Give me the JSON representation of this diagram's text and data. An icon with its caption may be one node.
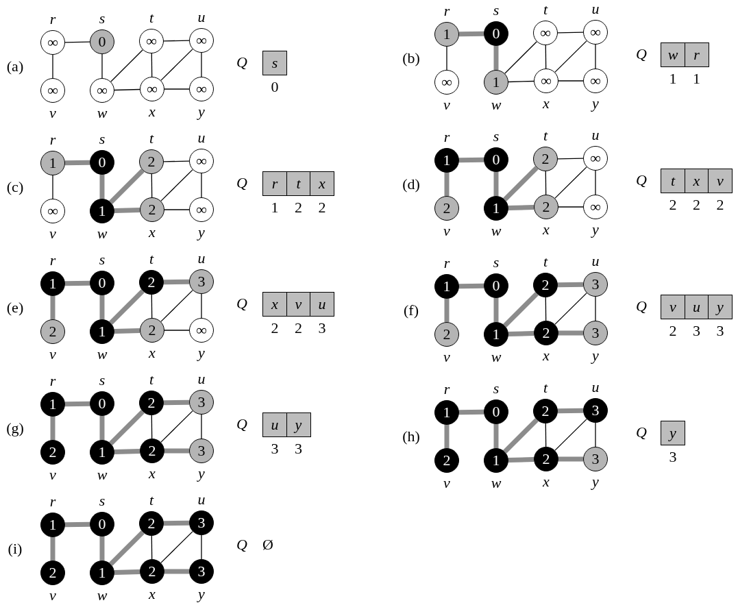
{
  "diagram": {
    "nodes": [
      {
        "text": [
          "∞"
        ],
        "beside": [
          "r"
        ]
      },
      {
        "text": [
          "0"
        ],
        "beside": [
          "s"
        ]
      },
      {
        "text": [
          "∞"
        ],
        "beside": [
          "t"
        ]
      },
      {
        "text": [
          "∞"
        ],
        "beside": [
          "u"
        ]
      },
      {
        "text": [
          "∞"
        ],
        "beside": [
          "v"
        ]
      },
      {
        "text": [
          "∞"
        ],
        "beside": [
          "w"
        ]
      },
      {
        "text": [
          "∞"
        ],
        "beside": [
          "x"
        ]
      },
      {
        "text": [
          "∞"
        ],
        "beside": [
          "y"
        ]
      },
      {
        "text": [
          "s"
        ],
        "beside": [
          "0"
        ]
      },
      {
        "text": [
          "1"
        ],
        "beside": [
          "r"
        ]
      },
      {
        "text": [
          "0"
        ],
        "beside": [
          "s"
        ]
      },
      {
        "text": [
          "∞"
        ],
        "beside": [
          "t"
        ]
      },
      {
        "text": [
          "∞"
        ],
        "beside": [
          "u"
        ]
      },
      {
        "text": [
          "∞"
        ],
        "beside": [
          "v"
        ]
      },
      {
        "text": [
          "1"
        ],
        "beside": [
          "w"
        ]
      },
      {
        "text": [
          "∞"
        ],
        "beside": [
          "x"
        ]
      },
      {
        "text": [
          "∞"
        ],
        "beside": [
          "y"
        ]
      },
      {
        "text": [
          "w"
        ],
        "beside": [
          "1"
        ]
      },
      {
        "text": [
          "r"
        ],
        "beside": [
          "1"
        ]
      },
      {
        "text": [
          "1"
        ],
        "beside": [
          "r"
        ]
      },
      {
        "text": [
          "0"
        ],
        "beside": [
          "s"
        ]
      },
      {
        "text": [
          "2"
        ],
        "beside": [
          "t"
        ]
      },
      {
        "text": [
          "∞"
        ],
        "beside": [
          "u"
        ]
      },
      {
        "text": [
          "∞"
        ],
        "beside": [
          "v"
        ]
      },
      {
        "text": [
          "1"
        ],
        "beside": [
          "w"
        ]
      },
      {
        "text": [
          "2"
        ],
        "beside": [
          "x"
        ]
      },
      {
        "text": [
          "∞"
        ],
        "beside": [
          "y"
        ]
      },
      {
        "text": [
          "r"
        ],
        "beside": [
          "1"
        ]
      },
      {
        "text": [
          "t"
        ],
        "beside": [
          "2"
        ]
      },
      {
        "text": [
          "x"
        ],
        "beside": [
          "2"
        ]
      },
      {
        "text": [
          "1"
        ],
        "beside": [
          "r"
        ]
      },
      {
        "text": [
          "0"
        ],
        "beside": [
          "s"
        ]
      },
      {
        "text": [
          "2"
        ],
        "beside": [
          "t"
        ]
      },
      {
        "text": [
          "∞"
        ],
        "beside": [
          "u"
        ]
      },
      {
        "text": [
          "2"
        ],
        "beside": [
          "v"
        ]
      },
      {
        "text": [
          "1"
        ],
        "beside": [
          "w"
        ]
      },
      {
        "text": [
          "2"
        ],
        "beside": [
          "x"
        ]
      },
      {
        "text": [
          "∞"
        ],
        "beside": [
          "y"
        ]
      },
      {
        "text": [
          "t"
        ],
        "beside": [
          "2"
        ]
      },
      {
        "text": [
          "x"
        ],
        "beside": [
          "2"
        ]
      },
      {
        "text": [
          "v"
        ],
        "beside": [
          "2"
        ]
      },
      {
        "text": [
          "1"
        ],
        "beside": [
          "r"
        ]
      },
      {
        "text": [
          "0"
        ],
        "beside": [
          "s"
        ]
      },
      {
        "text": [
          "2"
        ],
        "beside": [
          "t"
        ]
      },
      {
        "text": [
          "3"
        ],
        "beside": [
          "u"
        ]
      },
      {
        "text": [
          "2"
        ],
        "beside": [
          "v"
        ]
      },
      {
        "text": [
          "1"
        ],
        "beside": [
          "w"
        ]
      },
      {
        "text": [
          "2"
        ],
        "beside": [
          "x"
        ]
      },
      {
        "text": [
          "∞"
        ],
        "beside": [
          "y"
        ]
      },
      {
        "text": [
          "x"
        ],
        "beside": [
          "2"
        ]
      },
      {
        "text": [
          "v"
        ],
        "beside": [
          "2"
        ]
      },
      {
        "text": [
          "u"
        ],
        "beside": [
          "3"
        ]
      },
      {
        "text": [
          "1"
        ],
        "beside": [
          "r"
        ]
      },
      {
        "text": [
          "0"
        ],
        "beside": [
          "s"
        ]
      },
      {
        "text": [
          "2"
        ],
        "beside": [
          "t"
        ]
      },
      {
        "text": [
          "3"
        ],
        "beside": [
          "u"
        ]
      },
      {
        "text": [
          "2"
        ],
        "beside": [
          "v"
        ]
      },
      {
        "text": [
          "1"
        ],
        "beside": [
          "w"
        ]
      },
      {
        "text": [
          "2"
        ],
        "beside": [
          "x"
        ]
      },
      {
        "text": [
          "3"
        ],
        "beside": [
          "y"
        ]
      },
      {
        "text": [
          "v"
        ],
        "beside": [
          "2"
        ]
      },
      {
        "text": [
          "u"
        ],
        "beside": [
          "3"
        ]
      },
      {
        "text": [
          "y"
        ],
        "beside": [
          "3"
        ]
      },
      {
        "text": [
          "1"
        ],
        "beside": [
          "r"
        ]
      },
      {
        "text": [
          "0"
        ],
        "beside": [
          "s"
        ]
      },
      {
        "text": [
          "2"
        ],
        "beside": [
          "t"
        ]
      },
      {
        "text": [
          "3"
        ],
        "beside": [
          "u"
        ]
      },
      {
        "text": [
          "2"
        ],
        "beside": [
          "v"
        ]
      },
      {
        "text": [
          "1"
        ],
        "beside": [
          "w"
        ]
      },
      {
        "text": [
          "2"
        ],
        "beside": [
          "x"
        ]
      },
      {
        "text": [
          "3"
        ],
        "beside": [
          "y"
        ]
      },
      {
        "text": [
          "u"
        ],
        "beside": [
          "3"
        ]
      },
      {
        "text": [
          "y"
        ],
        "beside": [
          "3"
        ]
      },
      {
        "text": [
          "1"
        ],
        "beside": [
          "r"
        ]
      },
      {
        "text": [
          "0"
        ],
        "beside": [
          "s"
        ]
      },
      {
        "text": [
          "2"
        ],
        "beside": [
          "t"
        ]
      },
      {
        "text": [
          "3"
        ],
        "beside": [
          "u"
        ]
      },
      {
        "text": [
          "2"
        ],
        "beside": [
          "v"
        ]
      },
      {
        "text": [
          "1"
        ],
        "beside": [
          "w"
        ]
      },
      {
        "text": [
          "2"
        ],
        "beside": [
          "x"
        ]
      },
      {
        "text": [
          "3"
        ],
        "beside": [
          "y"
        ]
      },
      {
        "text": [
          "y"
        ],
        "beside": [
          "3"
        ]
      },
      {
        "text": [
          "1"
        ],
        "beside": [
          "r"
        ]
      },
      {
        "text": [
          "0"
        ],
        "beside": [
          "s"
        ]
      },
      {
        "text": [
          "2"
        ],
        "beside": [
          "t"
        ]
      },
      {
        "text": [
          "3"
        ],
        "beside": [
          "u"
        ]
      },
      {
        "text": [
          "2"
        ],
        "beside": [
          "v"
        ]
      },
      {
        "text": [
          "1"
        ],
        "beside": [
          "w"
        ]
      },
      {
        "text": [
          "2"
        ],
        "beside": [
          "x"
        ]
      },
      {
        "text": [
          "3"
        ],
        "beside": [
          "y"
        ]
      }
    ],
    "edges": [
      {
        "from": 0,
        "to": 1,
        "arrow": "none"
      },
      {
        "from": 0,
        "to": 4,
        "arrow": "none"
      },
      {
        "from": 1,
        "to": 5,
        "arrow": "none"
      },
      {
        "from": 5,
        "to": 2,
        "arrow": "none"
      },
      {
        "from": 5,
        "to": 6,
        "arrow": "none"
      },
      {
        "from": 2,
        "to": 6,
        "arrow": "none"
      },
      {
        "from": 2,
        "to": 3,
        "arrow": "none"
      },
      {
        "from": 6,
        "to": 3,
        "arrow": "none"
      },
      {
        "from": 6,
        "to": 7,
        "arrow": "none"
      },
      {
        "from": 3,
        "to": 7,
        "arrow": "none"
      },
      {
        "from": 9,
        "to": 10,
        "arrow": "none",
        "style": "thick",
        "color": "#8c8c8c"
      },
      {
        "from": 9,
        "to": 13,
        "arrow": "none"
      },
      {
        "from": 10,
        "to": 14,
        "arrow": "none",
        "style": "thick",
        "color": "#8c8c8c"
      },
      {
        "from": 14,
        "to": 11,
        "arrow": "none"
      },
      {
        "from": 14,
        "to": 15,
        "arrow": "none"
      },
      {
        "from": 11,
        "to": 15,
        "arrow": "none"
      },
      {
        "from": 11,
        "to": 12,
        "arrow": "none"
      },
      {
        "from": 15,
        "to": 12,
        "arrow": "none"
      },
      {
        "from": 15,
        "to": 16,
        "arrow": "none"
      },
      {
        "from": 12,
        "to": 16,
        "arrow": "none"
      },
      {
        "from": 19,
        "to": 20,
        "arrow": "none",
        "style": "thick",
        "color": "#8c8c8c"
      },
      {
        "from": 19,
        "to": 23,
        "arrow": "none"
      },
      {
        "from": 20,
        "to": 24,
        "arrow": "none",
        "style": "thick",
        "color": "#8c8c8c"
      },
      {
        "from": 24,
        "to": 21,
        "arrow": "none",
        "style": "thick",
        "color": "#8c8c8c"
      },
      {
        "from": 24,
        "to": 25,
        "arrow": "none",
        "style": "thick",
        "color": "#8c8c8c"
      },
      {
        "from": 21,
        "to": 25,
        "arrow": "none"
      },
      {
        "from": 21,
        "to": 22,
        "arrow": "none"
      },
      {
        "from": 25,
        "to": 22,
        "arrow": "none"
      },
      {
        "from": 25,
        "to": 26,
        "arrow": "none"
      },
      {
        "from": 22,
        "to": 26,
        "arrow": "none"
      },
      {
        "from": 30,
        "to": 31,
        "arrow": "none",
        "style": "thick",
        "color": "#8c8c8c"
      },
      {
        "from": 30,
        "to": 34,
        "arrow": "none",
        "style": "thick",
        "color": "#8c8c8c"
      },
      {
        "from": 31,
        "to": 35,
        "arrow": "none",
        "style": "thick",
        "color": "#8c8c8c"
      },
      {
        "from": 35,
        "to": 32,
        "arrow": "none",
        "style": "thick",
        "color": "#8c8c8c"
      },
      {
        "from": 35,
        "to": 36,
        "arrow": "none",
        "style": "thick",
        "color": "#8c8c8c"
      },
      {
        "from": 32,
        "to": 36,
        "arrow": "none"
      },
      {
        "from": 32,
        "to": 33,
        "arrow": "none"
      },
      {
        "from": 36,
        "to": 33,
        "arrow": "none"
      },
      {
        "from": 36,
        "to": 37,
        "arrow": "none"
      },
      {
        "from": 33,
        "to": 37,
        "arrow": "none"
      },
      {
        "from": 41,
        "to": 42,
        "arrow": "none",
        "style": "thick",
        "color": "#8c8c8c"
      },
      {
        "from": 41,
        "to": 45,
        "arrow": "none",
        "style": "thick",
        "color": "#8c8c8c"
      },
      {
        "from": 42,
        "to": 46,
        "arrow": "none",
        "style": "thick",
        "color": "#8c8c8c"
      },
      {
        "from": 46,
        "to": 43,
        "arrow": "none",
        "style": "thick",
        "color": "#8c8c8c"
      },
      {
        "from": 46,
        "to": 47,
        "arrow": "none",
        "style": "thick",
        "color": "#8c8c8c"
      },
      {
        "from": 43,
        "to": 47,
        "arrow": "none"
      },
      {
        "from": 43,
        "to": 44,
        "arrow": "none",
        "style": "thick",
        "color": "#8c8c8c"
      },
      {
        "from": 47,
        "to": 44,
        "arrow": "none"
      },
      {
        "from": 47,
        "to": 48,
        "arrow": "none"
      },
      {
        "from": 44,
        "to": 48,
        "arrow": "none"
      },
      {
        "from": 52,
        "to": 53,
        "arrow": "none",
        "style": "thick",
        "color": "#8c8c8c"
      },
      {
        "from": 52,
        "to": 56,
        "arrow": "none",
        "style": "thick",
        "color": "#8c8c8c"
      },
      {
        "from": 53,
        "to": 57,
        "arrow": "none",
        "style": "thick",
        "color": "#8c8c8c"
      },
      {
        "from": 57,
        "to": 54,
        "arrow": "none",
        "style": "thick",
        "color": "#8c8c8c"
      },
      {
        "from": 57,
        "to": 58,
        "arrow": "none",
        "style": "thick",
        "color": "#8c8c8c"
      },
      {
        "from": 54,
        "to": 58,
        "arrow": "none"
      },
      {
        "from": 54,
        "to": 55,
        "arrow": "none",
        "style": "thick",
        "color": "#8c8c8c"
      },
      {
        "from": 58,
        "to": 55,
        "arrow": "none"
      },
      {
        "from": 58,
        "to": 59,
        "arrow": "none",
        "style": "thick",
        "color": "#8c8c8c"
      },
      {
        "from": 55,
        "to": 59,
        "arrow": "none"
      },
      {
        "from": 63,
        "to": 64,
        "arrow": "none",
        "style": "thick",
        "color": "#8c8c8c"
      },
      {
        "from": 63,
        "to": 67,
        "arrow": "none",
        "style": "thick",
        "color": "#8c8c8c"
      },
      {
        "from": 64,
        "to": 68,
        "arrow": "none",
        "style": "thick",
        "color": "#8c8c8c"
      },
      {
        "from": 68,
        "to": 65,
        "arrow": "none",
        "style": "thick",
        "color": "#8c8c8c"
      },
      {
        "from": 68,
        "to": 69,
        "arrow": "none",
        "style": "thick",
        "color": "#8c8c8c"
      },
      {
        "from": 65,
        "to": 69,
        "arrow": "none"
      },
      {
        "from": 65,
        "to": 66,
        "arrow": "none",
        "style": "thick",
        "color": "#8c8c8c"
      },
      {
        "from": 69,
        "to": 66,
        "arrow": "none"
      },
      {
        "from": 69,
        "to": 70,
        "arrow": "none",
        "style": "thick",
        "color": "#8c8c8c"
      },
      {
        "from": 66,
        "to": 70,
        "arrow": "none"
      },
      {
        "from": 73,
        "to": 74,
        "arrow": "none",
        "style": "thick",
        "color": "#8c8c8c"
      },
      {
        "from": 73,
        "to": 77,
        "arrow": "none",
        "style": "thick",
        "color": "#8c8c8c"
      },
      {
        "from": 74,
        "to": 78,
        "arrow": "none",
        "style": "thick",
        "color": "#8c8c8c"
      },
      {
        "from": 78,
        "to": 75,
        "arrow": "none",
        "style": "thick",
        "color": "#8c8c8c"
      },
      {
        "from": 78,
        "to": 79,
        "arrow": "none",
        "style": "thick",
        "color": "#8c8c8c"
      },
      {
        "from": 75,
        "to": 79,
        "arrow": "none"
      },
      {
        "from": 75,
        "to": 76,
        "arrow": "none",
        "style": "thick",
        "color": "#8c8c8c"
      },
      {
        "from": 79,
        "to": 76,
        "arrow": "none"
      },
      {
        "from": 79,
        "to": 80,
        "arrow": "none",
        "style": "thick",
        "color": "#8c8c8c"
      },
      {
        "from": 76,
        "to": 80,
        "arrow": "none"
      },
      {
        "from": 82,
        "to": 83,
        "arrow": "none",
        "style": "thick",
        "color": "#8c8c8c"
      },
      {
        "from": 82,
        "to": 86,
        "arrow": "none",
        "style": "thick",
        "color": "#8c8c8c"
      },
      {
        "from": 83,
        "to": 87,
        "arrow": "none",
        "style": "thick",
        "color": "#8c8c8c"
      },
      {
        "from": 87,
        "to": 84,
        "arrow": "none",
        "style": "thick",
        "color": "#8c8c8c"
      },
      {
        "from": 87,
        "to": 88,
        "arrow": "none",
        "style": "thick",
        "color": "#8c8c8c"
      },
      {
        "from": 84,
        "to": 88,
        "arrow": "none"
      },
      {
        "from": 84,
        "to": 85,
        "arrow": "none",
        "style": "thick",
        "color": "#8c8c8c"
      },
      {
        "from": 88,
        "to": 85,
        "arrow": "none"
      },
      {
        "from": 88,
        "to": 89,
        "arrow": "none",
        "style": "thick",
        "color": "#8c8c8c"
      },
      {
        "from": 85,
        "to": 89,
        "arrow": "none"
      }
    ],
    "labels": [
      "(a)",
      "Q",
      "(b)",
      "Q",
      "(c)",
      "Q",
      "(d)",
      "Q",
      "(e)",
      "Q",
      "(f)",
      "Q",
      "(g)",
      "Q",
      "(h)",
      "Q",
      "(i)",
      "Q",
      "Ø"
    ]
  }
}
